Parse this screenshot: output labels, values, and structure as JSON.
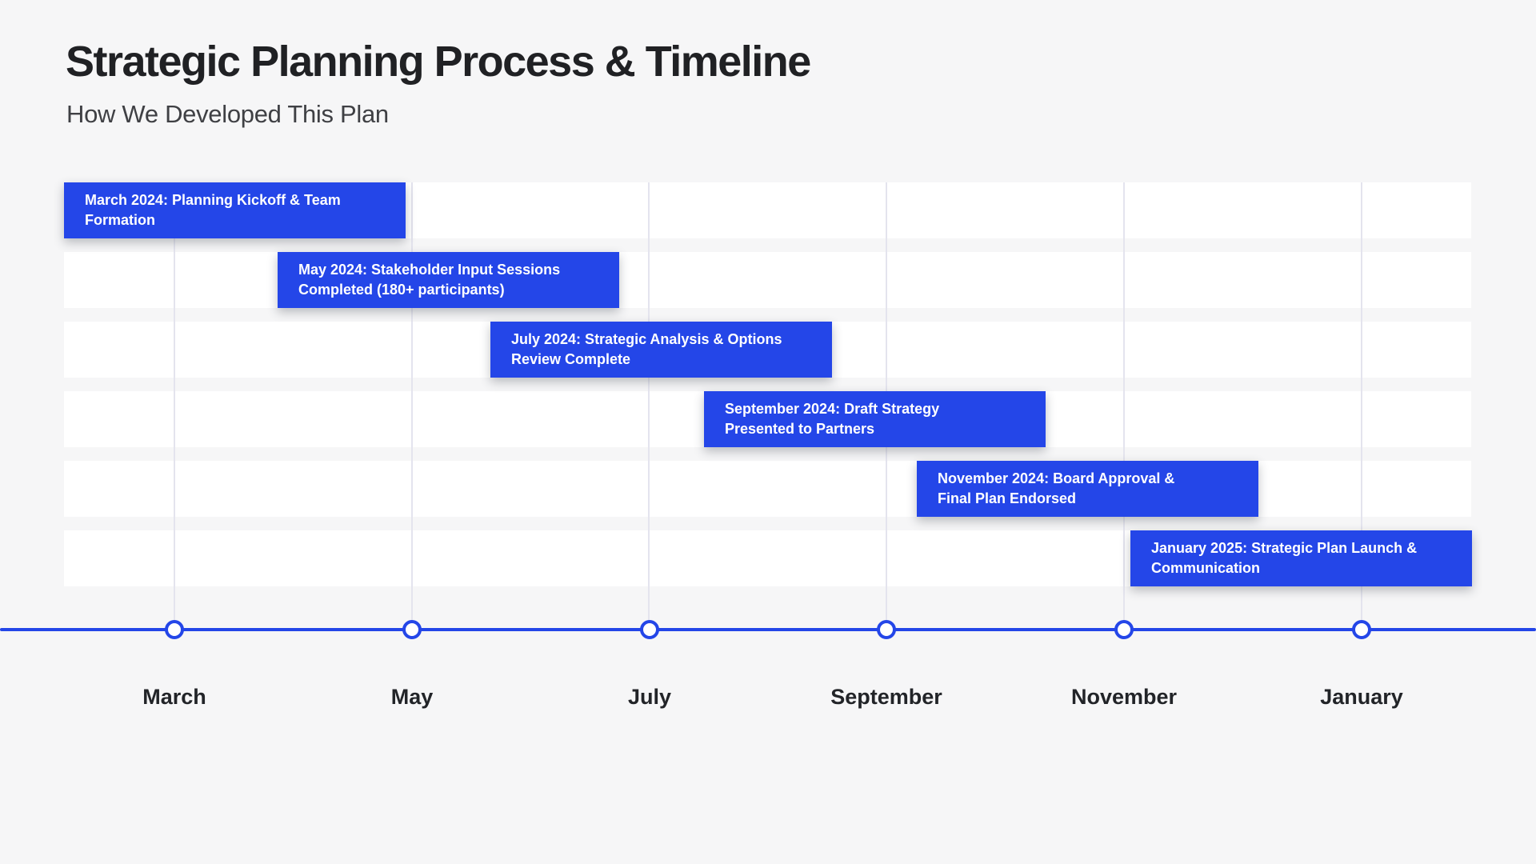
{
  "slide": {
    "title": "Strategic Planning Process & Timeline",
    "subtitle": "How We Developed This Plan"
  },
  "chart_data": {
    "type": "bar",
    "subtype": "milestone-timeline-gantt",
    "title": "Strategic Planning Process & Timeline",
    "xlabel": "",
    "ylabel": "",
    "grid": "vertical-gridlines-at-ticks",
    "legend": "none",
    "axis_ticks": [
      "March",
      "May",
      "July",
      "September",
      "November",
      "January"
    ],
    "milestones": [
      {
        "row": 1,
        "tick": "March",
        "label": "March 2024: Planning Kickoff & Team Formation",
        "lines": [
          "March 2024: Planning Kickoff & Team",
          "Formation"
        ]
      },
      {
        "row": 2,
        "tick": "May",
        "label": "May 2024: Stakeholder Input Sessions Completed (180+ participants)",
        "lines": [
          "May 2024: Stakeholder Input Sessions",
          "Completed (180+ participants)"
        ]
      },
      {
        "row": 3,
        "tick": "July",
        "label": "July 2024: Strategic Analysis & Options Review Complete",
        "lines": [
          "July 2024: Strategic Analysis & Options",
          "Review Complete"
        ]
      },
      {
        "row": 4,
        "tick": "September",
        "label": "September 2024: Draft Strategy Presented to Partners",
        "lines": [
          "September 2024: Draft Strategy",
          "Presented to Partners"
        ]
      },
      {
        "row": 5,
        "tick": "November",
        "label": "November 2024: Board Approval & Final Plan Endorsed",
        "lines": [
          "November 2024: Board Approval &",
          "Final Plan Endorsed"
        ]
      },
      {
        "row": 6,
        "tick": "January",
        "label": "January 2025: Strategic Plan Launch & Communication",
        "lines": [
          "January 2025: Strategic Plan Launch &",
          "Communication"
        ]
      }
    ],
    "colors": {
      "milestone_bar": "#2446e8",
      "bar_text": "#ffffff",
      "axis_line": "#2446e8",
      "tick_marker_fill": "#ffffff",
      "tick_marker_border": "#2446e8",
      "gridline": "#e4e4ee",
      "row_band": "#ffffff",
      "background": "#f6f6f7",
      "title_text": "#202124",
      "subtitle_text": "#3f4044",
      "tick_label_text": "#222428"
    }
  }
}
